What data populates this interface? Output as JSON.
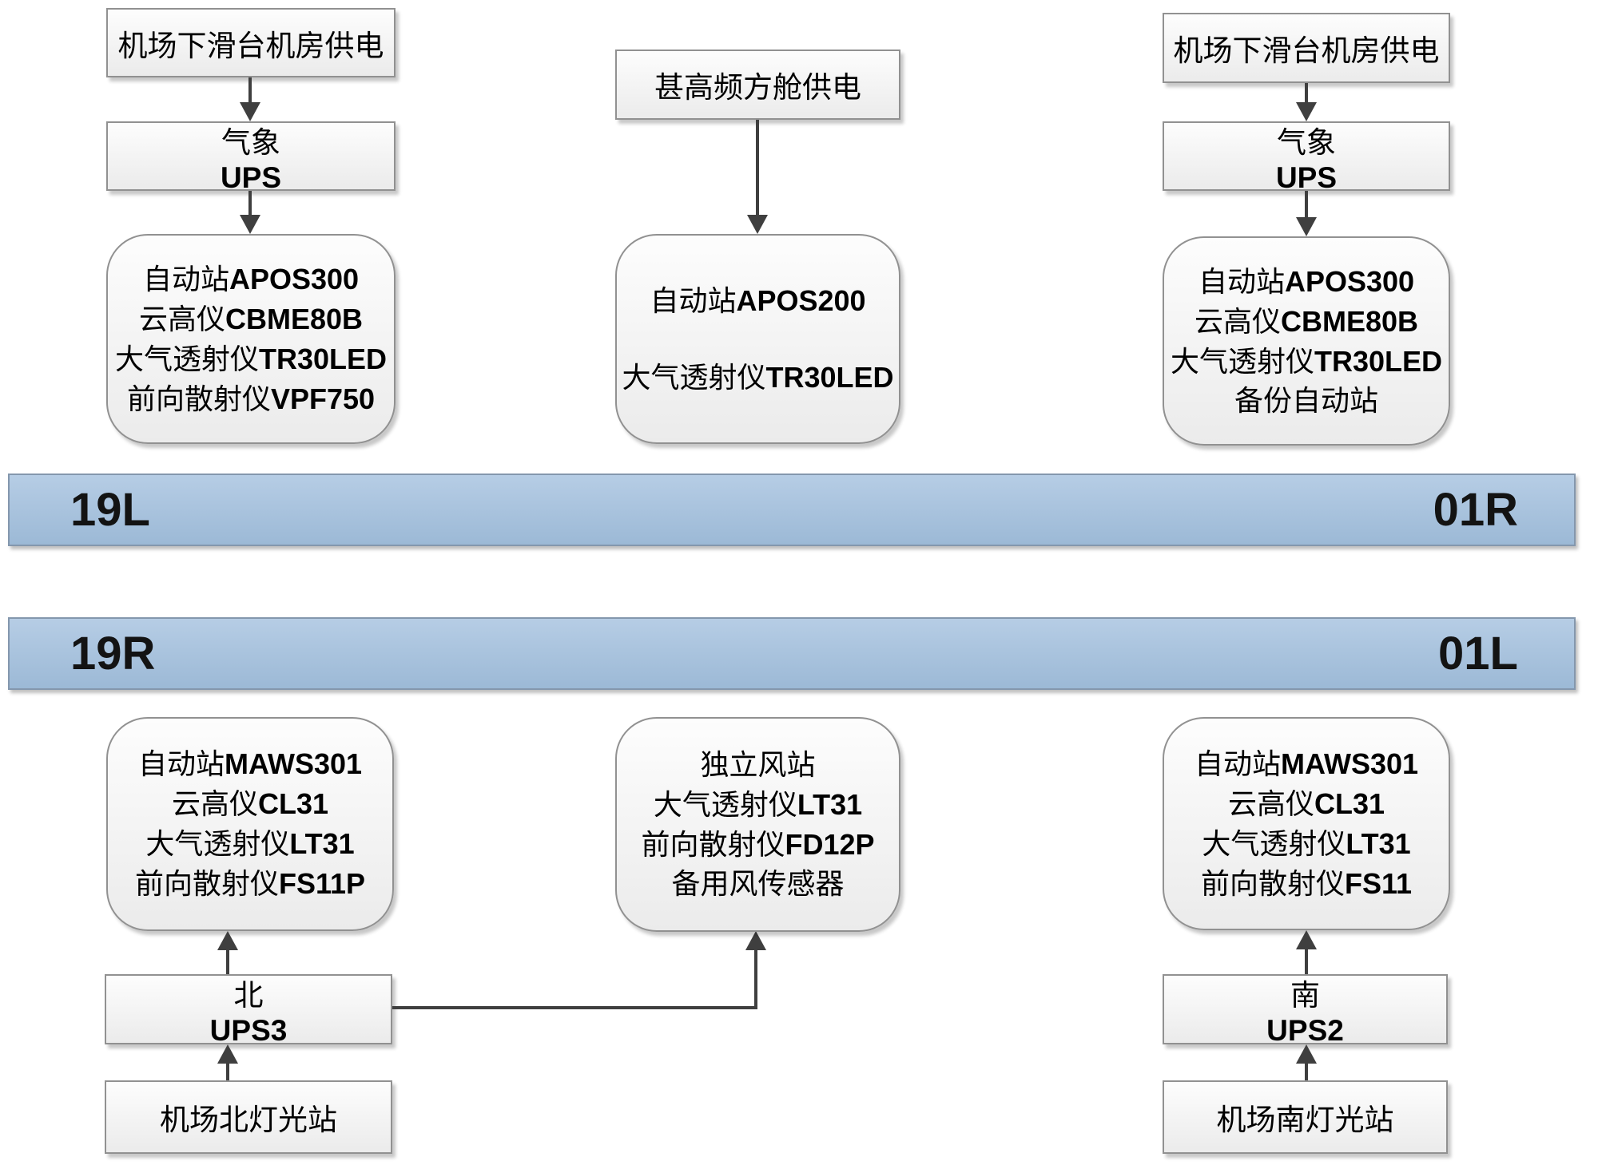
{
  "colors": {
    "runway_fill_top": "#b6cde5",
    "runway_fill_bottom": "#9cb9d6",
    "runway_border": "#8497ad",
    "runway_label": "#131313",
    "box_fill_top": "#fdfdfd",
    "box_fill_bottom": "#ebebeb",
    "box_border": "#919191",
    "arrow": "#3f3f3f"
  },
  "top": {
    "left": {
      "source": "机场下滑台机房供电",
      "ups": "气象UPS",
      "station_lines": [
        "自动站APOS300",
        "云高仪CBME80B",
        "大气透射仪TR30LED",
        "前向散射仪VPF750"
      ]
    },
    "center": {
      "source": "甚高频方舱供电",
      "station_lines": [
        "自动站APOS200",
        "大气透射仪TR30LED"
      ]
    },
    "right": {
      "source": "机场下滑台机房供电",
      "ups": "气象UPS",
      "station_lines": [
        "自动站APOS300",
        "云高仪CBME80B",
        "大气透射仪TR30LED",
        "备份自动站"
      ]
    }
  },
  "runways": [
    {
      "left": "19L",
      "right": "01R"
    },
    {
      "left": "19R",
      "right": "01L"
    }
  ],
  "bottom": {
    "left": {
      "station_lines": [
        "自动站MAWS301",
        "云高仪CL31",
        "大气透射仪LT31",
        "前向散射仪FS11P"
      ],
      "ups": "北UPS3",
      "source": "机场北灯光站"
    },
    "center": {
      "station_lines": [
        "独立风站",
        "大气透射仪LT31",
        "前向散射仪FD12P",
        "备用风传感器"
      ]
    },
    "right": {
      "station_lines": [
        "自动站MAWS301",
        "云高仪CL31",
        "大气透射仪LT31",
        "前向散射仪FS11"
      ],
      "ups": "南UPS2",
      "source": "机场南灯光站"
    }
  }
}
